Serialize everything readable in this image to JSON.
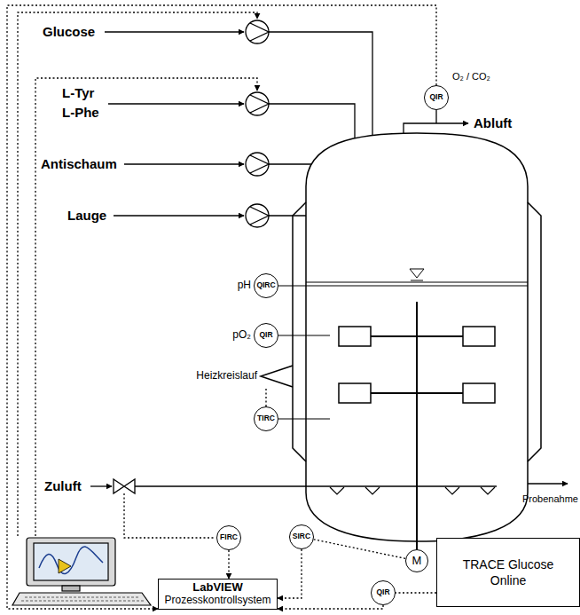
{
  "diagram": {
    "nodes": [
      {
        "text": [
          "QIR"
        ]
      },
      {
        "text": [
          "QIRC"
        ]
      },
      {
        "text": [
          "QIR"
        ]
      },
      {
        "text": [
          "TIRC"
        ]
      },
      {
        "text": [
          "FIRC"
        ]
      },
      {
        "text": [
          "SIRC"
        ]
      },
      {
        "text": [
          "M"
        ]
      },
      {
        "text": [
          "QIR"
        ]
      },
      {
        "text": [
          "TRACE Glucose Online"
        ]
      },
      {
        "text": [
          "LabVIEW",
          "Prozesskontrollsystem"
        ]
      }
    ],
    "edges": [
      {
        "from": 0,
        "to": 9,
        "arrow": "to"
      },
      {
        "from": 4,
        "to": 9,
        "arrow": "to"
      },
      {
        "from": 5,
        "to": 9,
        "arrow": "to"
      },
      {
        "from": 7,
        "to": 9,
        "arrow": "to"
      },
      {
        "from": 5,
        "to": 6,
        "arrow": "none"
      },
      {
        "from": 8,
        "to": 7,
        "arrow": "none"
      }
    ],
    "labels": [
      "Glucose",
      "L-Tyr",
      "L-Phe",
      "Antischaum",
      "Lauge",
      "Zuluft",
      "Abluft",
      "O₂ / CO₂",
      "pH",
      "pO₂",
      "Heizkreislauf",
      "Probenahme"
    ]
  }
}
